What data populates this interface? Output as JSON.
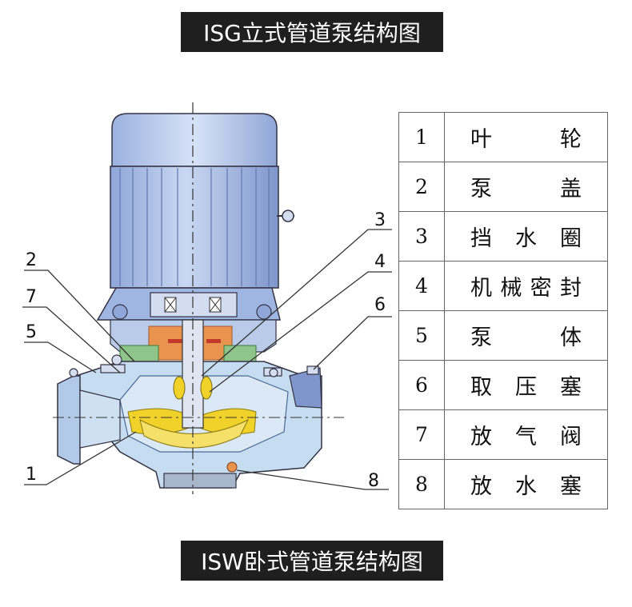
{
  "titles": {
    "top": "ISG立式管道泵结构图",
    "bottom": "ISW卧式管道泵结构图"
  },
  "callouts": [
    "1",
    "2",
    "3",
    "4",
    "5",
    "6",
    "7",
    "8"
  ],
  "parts": [
    {
      "num": "1",
      "name": "叶轮"
    },
    {
      "num": "2",
      "name": "泵盖"
    },
    {
      "num": "3",
      "name": "挡水圈"
    },
    {
      "num": "4",
      "name": "机械密封"
    },
    {
      "num": "5",
      "name": "泵体"
    },
    {
      "num": "6",
      "name": "取压塞"
    },
    {
      "num": "7",
      "name": "放气阀"
    },
    {
      "num": "8",
      "name": "放水塞"
    }
  ],
  "colors": {
    "motor": "#a9bfe6",
    "motor_shadow": "#7f9ad0",
    "pump_body": "#c6dcf0",
    "impeller": "#f0d22a",
    "seal_block": "#e8944f",
    "green_part": "#8fc48b",
    "banner": "#1f1f1f"
  }
}
